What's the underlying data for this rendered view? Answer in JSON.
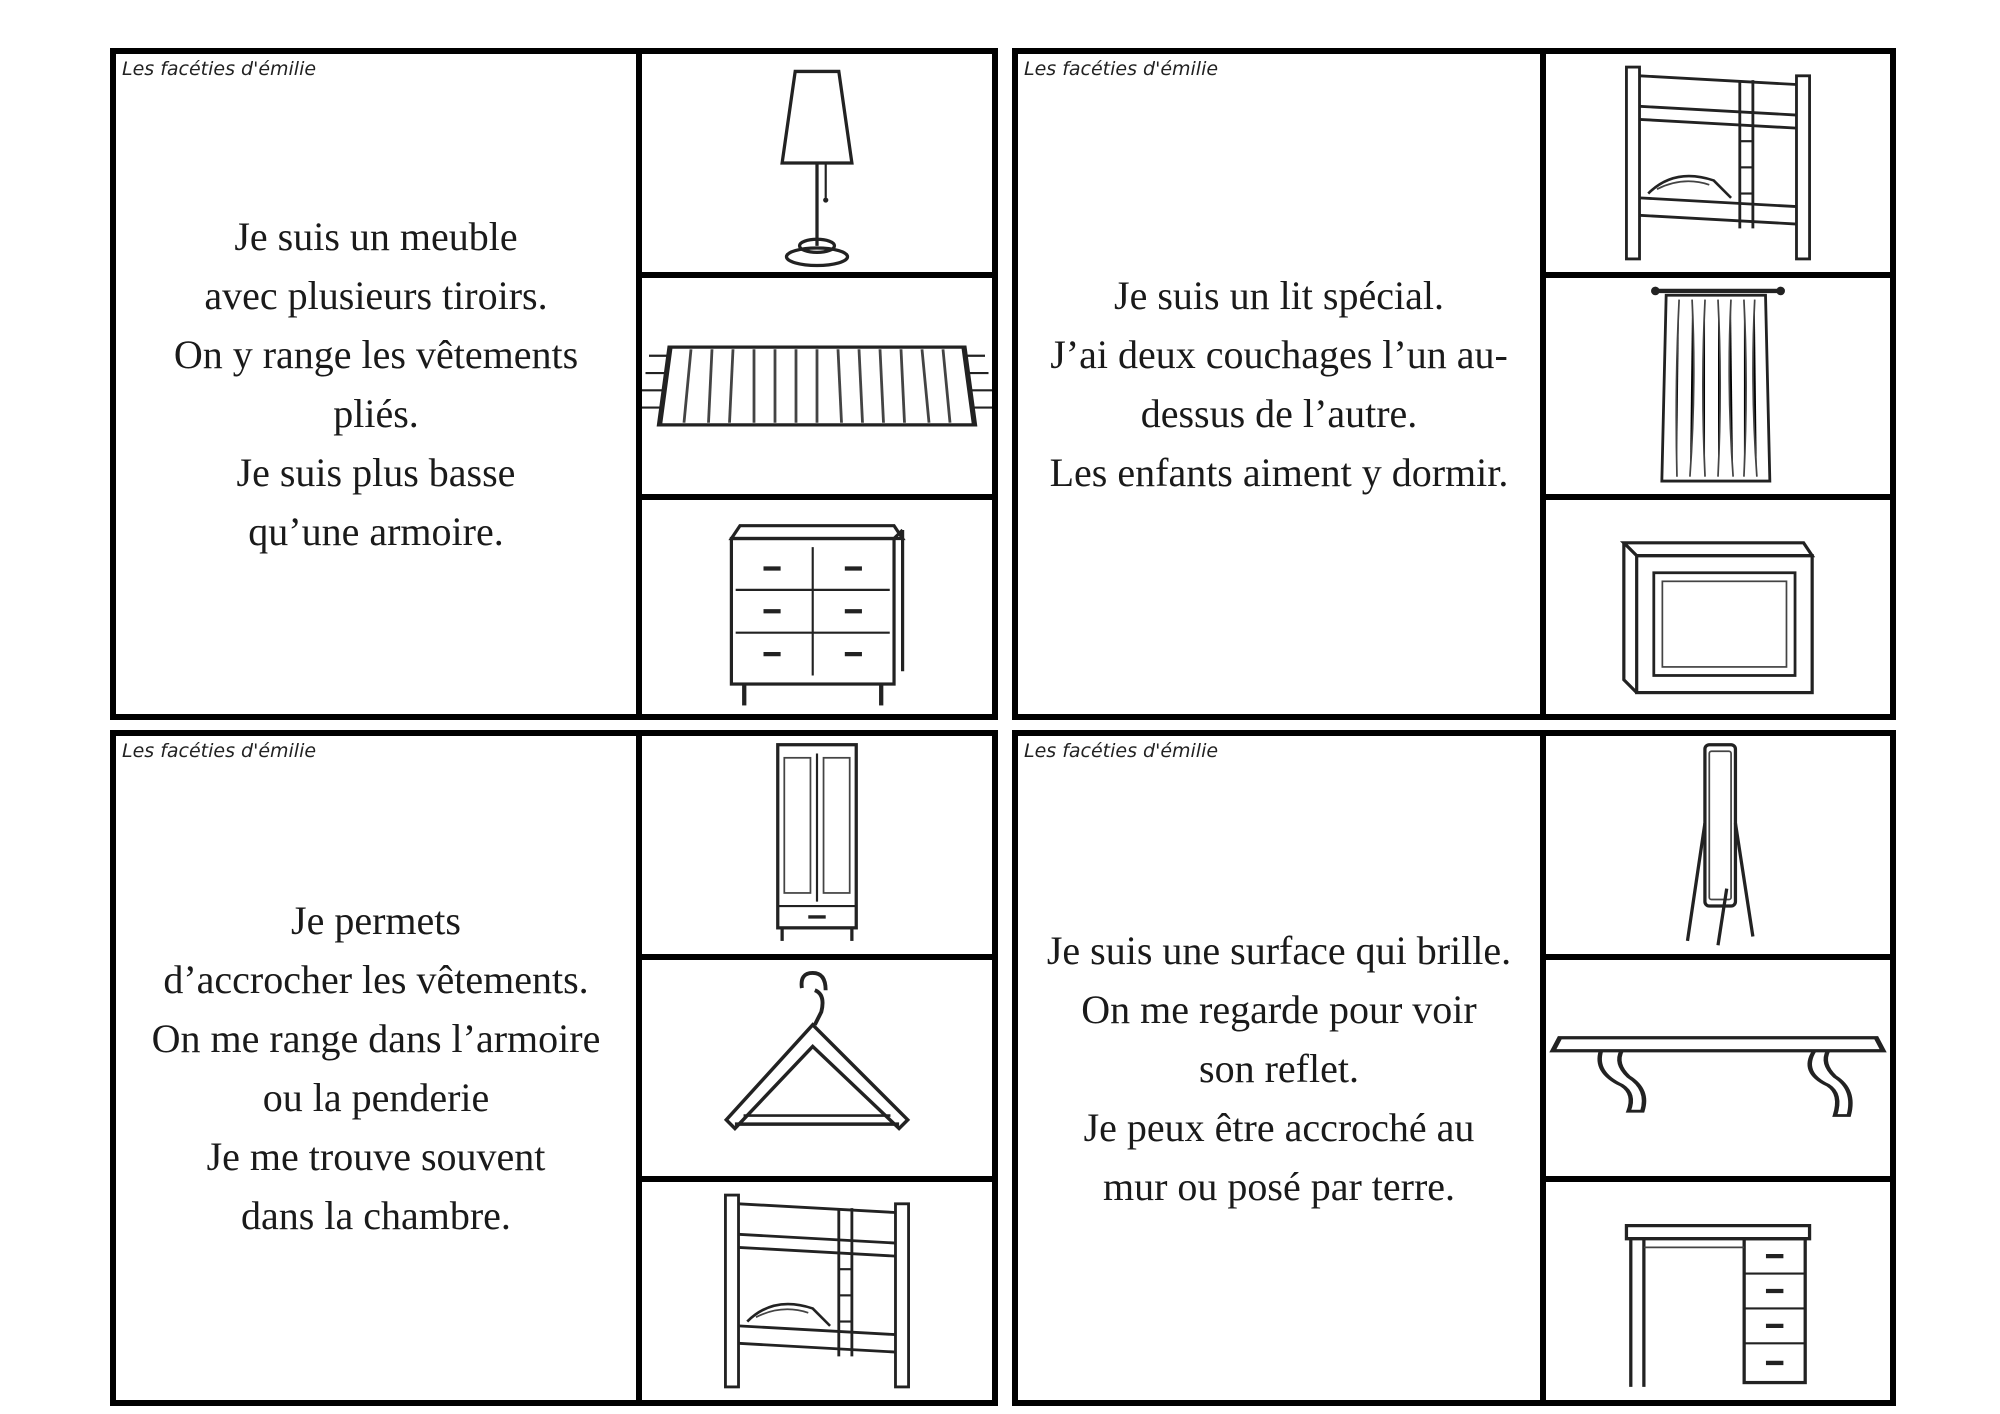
{
  "cards": [
    {
      "brand": "Les facéties d'émilie",
      "lines": [
        "Je suis un meuble",
        "avec plusieurs tiroirs.",
        "On y range les vêtements",
        "pliés.",
        "Je suis plus basse",
        "qu’une armoire."
      ],
      "options": [
        "lamp-icon",
        "rug-icon",
        "dresser-icon"
      ]
    },
    {
      "brand": "Les facéties d'émilie",
      "lines": [
        "Je suis un lit spécial.",
        "J’ai deux couchages l’un au-",
        "dessus de l’autre.",
        "Les enfants aiment y dormir."
      ],
      "options": [
        "bunk-bed-icon",
        "curtain-icon",
        "tv-bench-icon"
      ]
    },
    {
      "brand": "Les facéties d'émilie",
      "lines": [
        "Je permets",
        "d’accrocher les vêtements.",
        "On me range dans l’armoire",
        "ou la penderie",
        "Je me trouve souvent",
        "dans la chambre."
      ],
      "options": [
        "wardrobe-icon",
        "hanger-icon",
        "bunk-bed-icon"
      ]
    },
    {
      "brand": "Les facéties d'émilie",
      "lines": [
        "Je suis une surface qui brille.",
        "On me regarde pour voir",
        "son reflet.",
        "Je peux être accroché au",
        "mur ou posé par terre."
      ],
      "options": [
        "mirror-icon",
        "shelf-icon",
        "desk-icon"
      ]
    }
  ]
}
